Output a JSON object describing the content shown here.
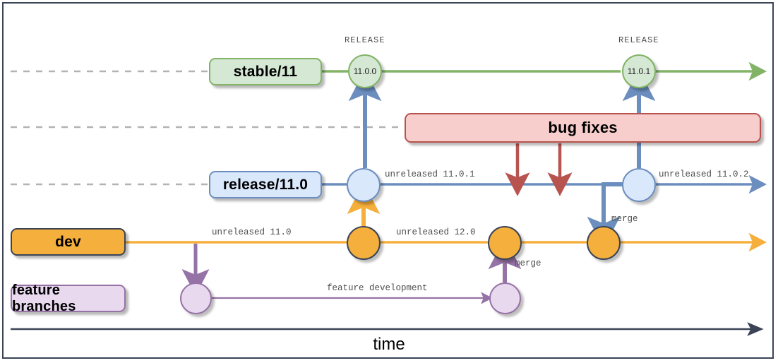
{
  "diagram": {
    "title_axis": "time",
    "lanes": [
      {
        "id": "stable",
        "label": "stable/11",
        "color": "#82b366",
        "fill": "#d5e8d4"
      },
      {
        "id": "release",
        "label": "release/11.0",
        "color": "#6c8ebf",
        "fill": "#dae8fc"
      },
      {
        "id": "dev",
        "label": "dev",
        "color": "#f5af3c",
        "fill": "#f5af3c"
      },
      {
        "id": "feature",
        "label": "feature branches",
        "color": "#9673a6",
        "fill": "#e9d9ef"
      }
    ],
    "callout": {
      "label": "bug fixes",
      "color": "#b85450",
      "fill": "#f8cecc"
    },
    "nodes": [
      {
        "id": "stable-1100",
        "label": "11.0.0",
        "lane": "stable"
      },
      {
        "id": "stable-1101",
        "label": "11.0.1",
        "lane": "stable"
      },
      {
        "id": "release-a",
        "label": "",
        "lane": "release"
      },
      {
        "id": "release-b",
        "label": "",
        "lane": "release"
      },
      {
        "id": "dev-a",
        "label": "",
        "lane": "dev"
      },
      {
        "id": "dev-b",
        "label": "",
        "lane": "dev"
      },
      {
        "id": "dev-c",
        "label": "",
        "lane": "dev"
      },
      {
        "id": "feature-a",
        "label": "",
        "lane": "feature"
      },
      {
        "id": "feature-b",
        "label": "",
        "lane": "feature"
      }
    ],
    "release_tags": [
      {
        "text": "RELEASE",
        "for": "stable-1100"
      },
      {
        "text": "RELEASE",
        "for": "stable-1101"
      }
    ],
    "edge_labels": [
      {
        "id": "dev-unreleased-110",
        "text": "unreleased 11.0"
      },
      {
        "id": "dev-unreleased-120",
        "text": "unreleased 12.0"
      },
      {
        "id": "release-unreleased-1101",
        "text": "unreleased 11.0.1"
      },
      {
        "id": "release-unreleased-1102",
        "text": "unreleased 11.0.2"
      },
      {
        "id": "feature-development",
        "text": "feature development"
      },
      {
        "id": "merge-feature-to-dev",
        "text": "merge"
      },
      {
        "id": "merge-release-to-dev",
        "text": "merge"
      }
    ],
    "axis": {
      "label": "time",
      "color": "#3b4456"
    },
    "colors": {
      "green": "#82b366",
      "blue": "#6c8ebf",
      "orange": "#f5af3c",
      "purple": "#9673a6",
      "red": "#b85450",
      "dashed_guide": "#b3b3b3",
      "border": "#3b4456"
    }
  }
}
